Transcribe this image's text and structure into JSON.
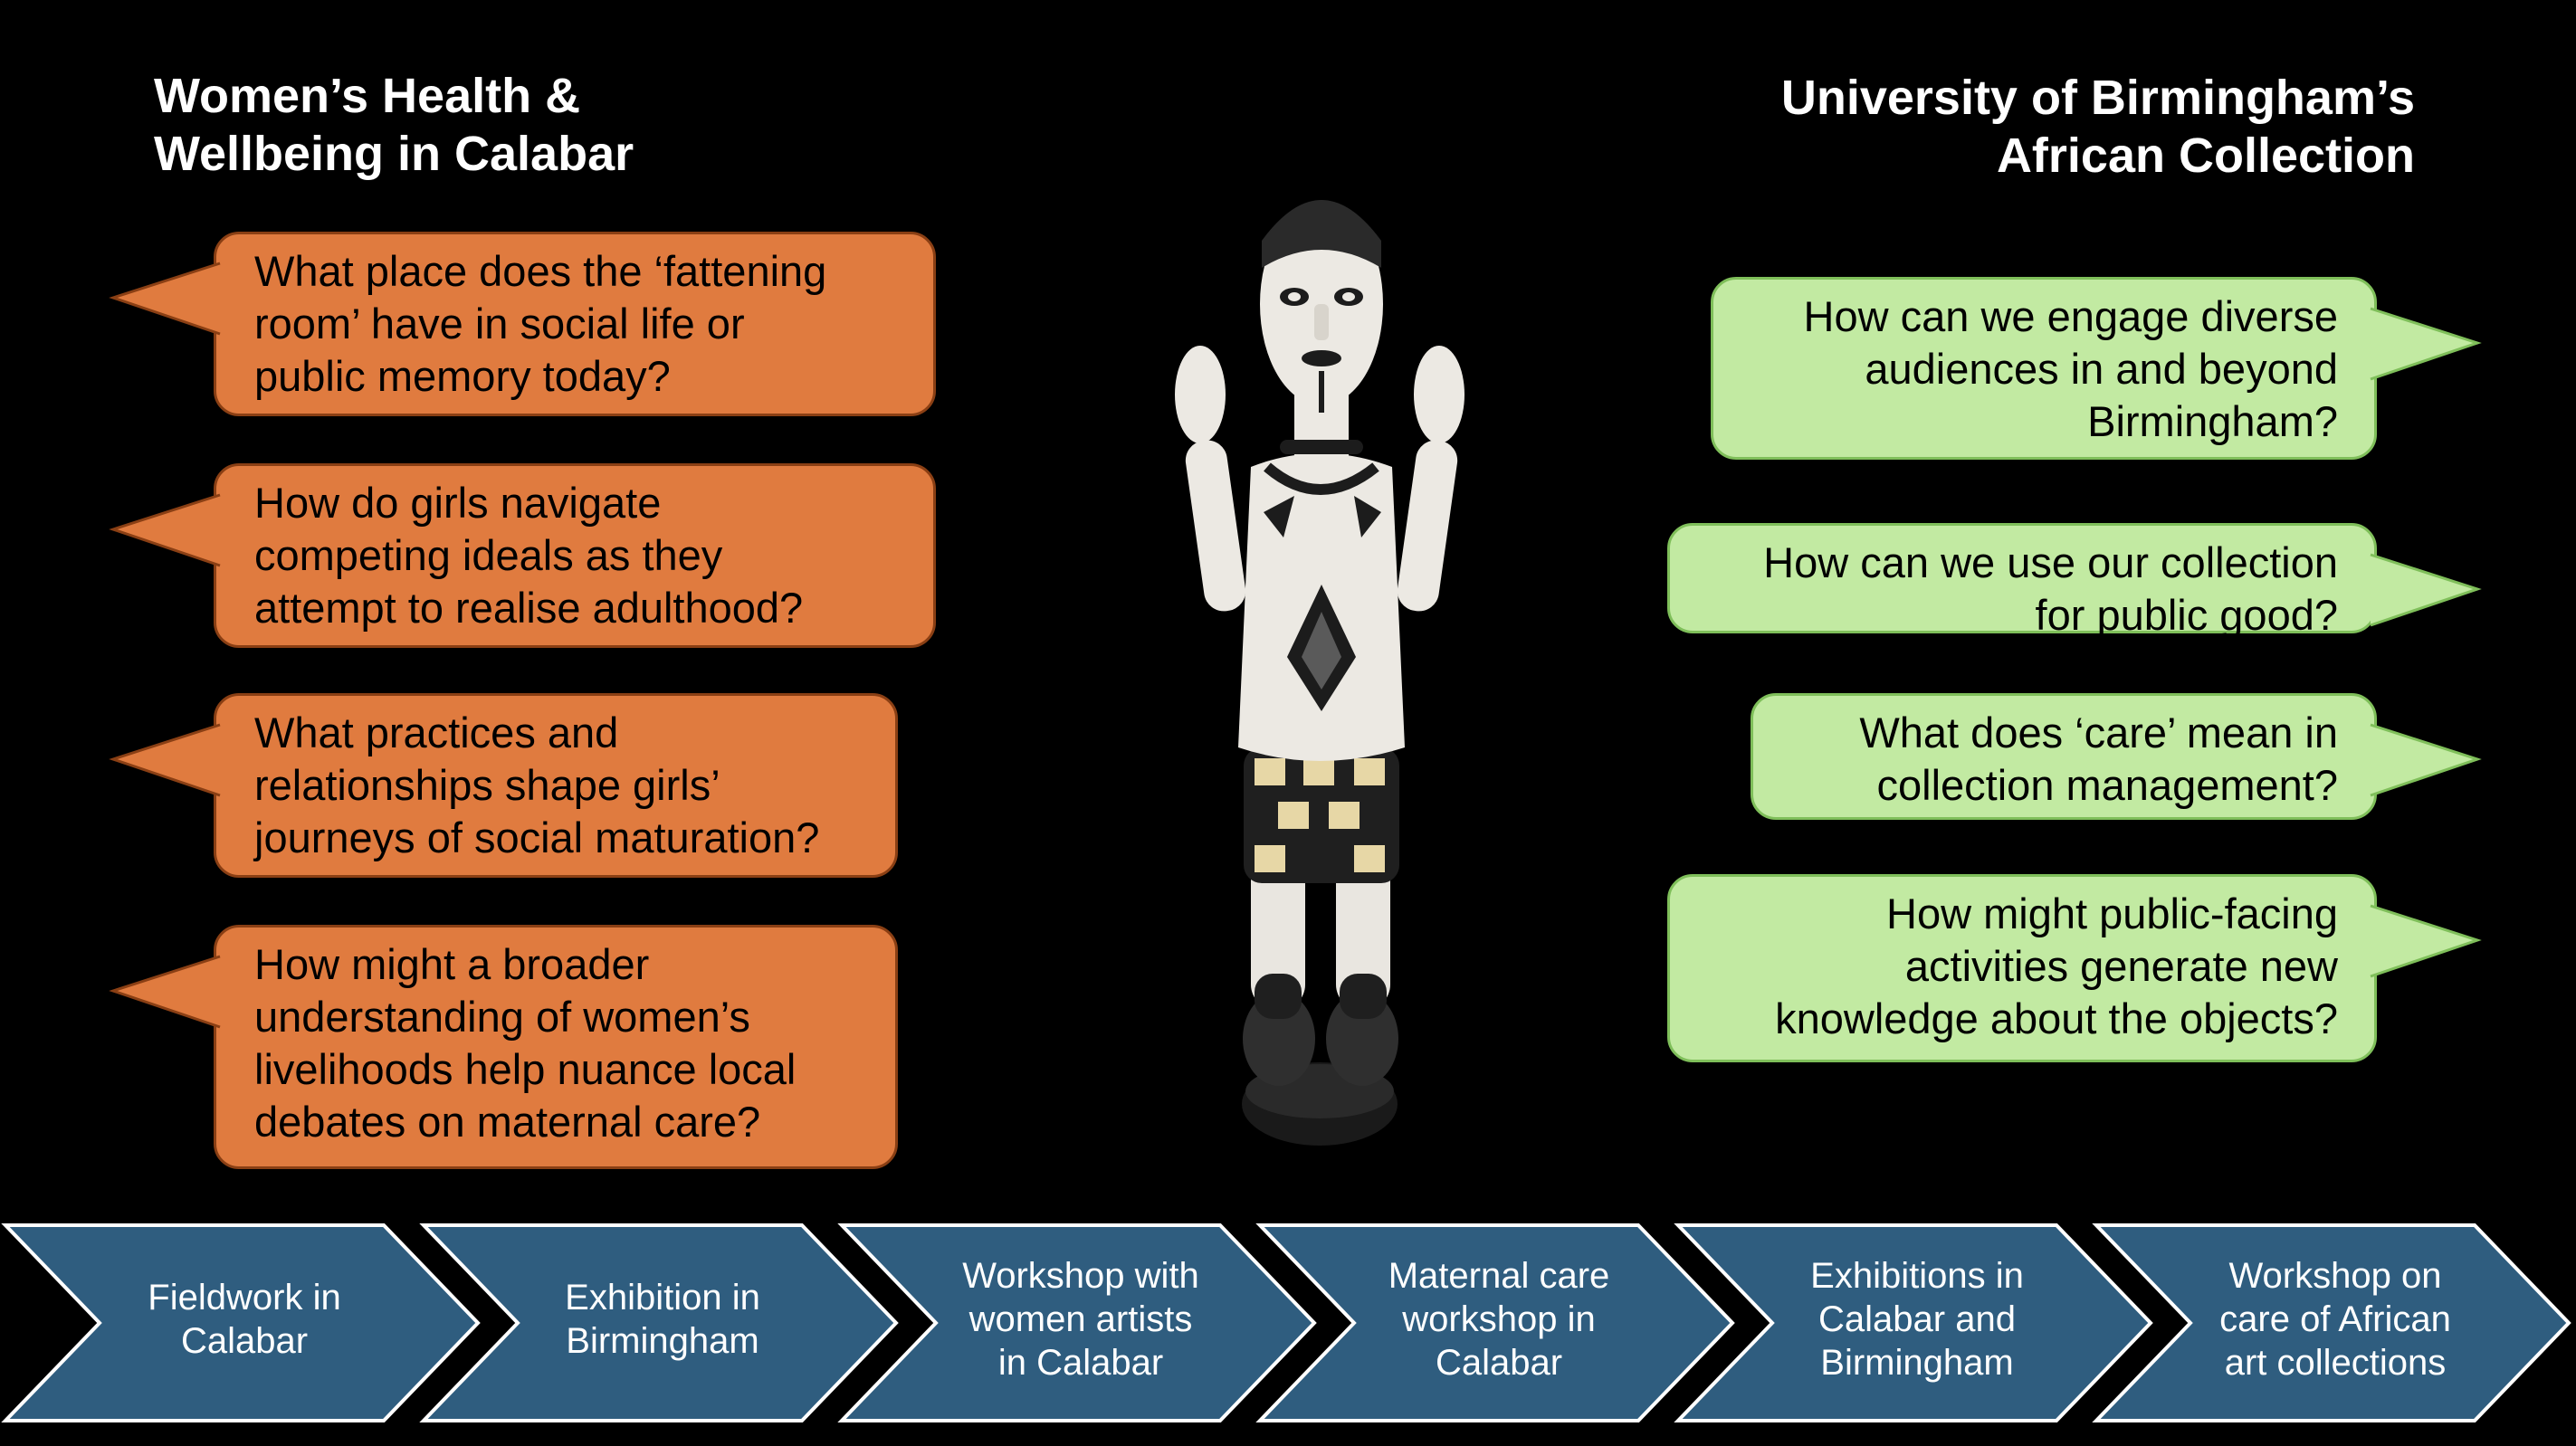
{
  "titles": {
    "left": [
      "Women’s Health &",
      "Wellbeing in Calabar"
    ],
    "right": [
      "University of Birmingham’s",
      "African Collection"
    ]
  },
  "left_questions": [
    [
      "What place does the ‘fattening",
      "room’ have in social life or",
      "public memory today?"
    ],
    [
      "How do girls navigate",
      "competing ideals as they",
      "attempt to realise adulthood?"
    ],
    [
      "What practices and",
      "relationships shape girls’",
      "journeys of social maturation?"
    ],
    [
      "How might a broader",
      "understanding of women’s",
      "livelihoods help nuance local",
      "debates on maternal care?"
    ]
  ],
  "right_questions": [
    [
      "How can we engage diverse",
      "audiences in and beyond",
      "Birmingham?"
    ],
    [
      "How can we use our collection",
      "for public good?"
    ],
    [
      "What does ‘care’ mean in",
      "collection management?"
    ],
    [
      "How might public-facing",
      "activities generate new",
      "knowledge about the objects?"
    ]
  ],
  "timeline": [
    [
      "Fieldwork in",
      "Calabar"
    ],
    [
      "Exhibition in",
      "Birmingham"
    ],
    [
      "Workshop with",
      "women artists",
      "in Calabar"
    ],
    [
      "Maternal care",
      "workshop in",
      "Calabar"
    ],
    [
      "Exhibitions in",
      "Calabar and",
      "Birmingham"
    ],
    [
      "Workshop on",
      "care of African",
      "art collections"
    ]
  ],
  "colors": {
    "background": "#000000",
    "orange_bubble": "#e07b3f",
    "green_bubble": "#c2eaa2",
    "chevron_fill": "#2f5d7f",
    "chevron_stroke": "#ffffff"
  },
  "icons": {
    "figure": "carved-wooden-figure-photo"
  }
}
